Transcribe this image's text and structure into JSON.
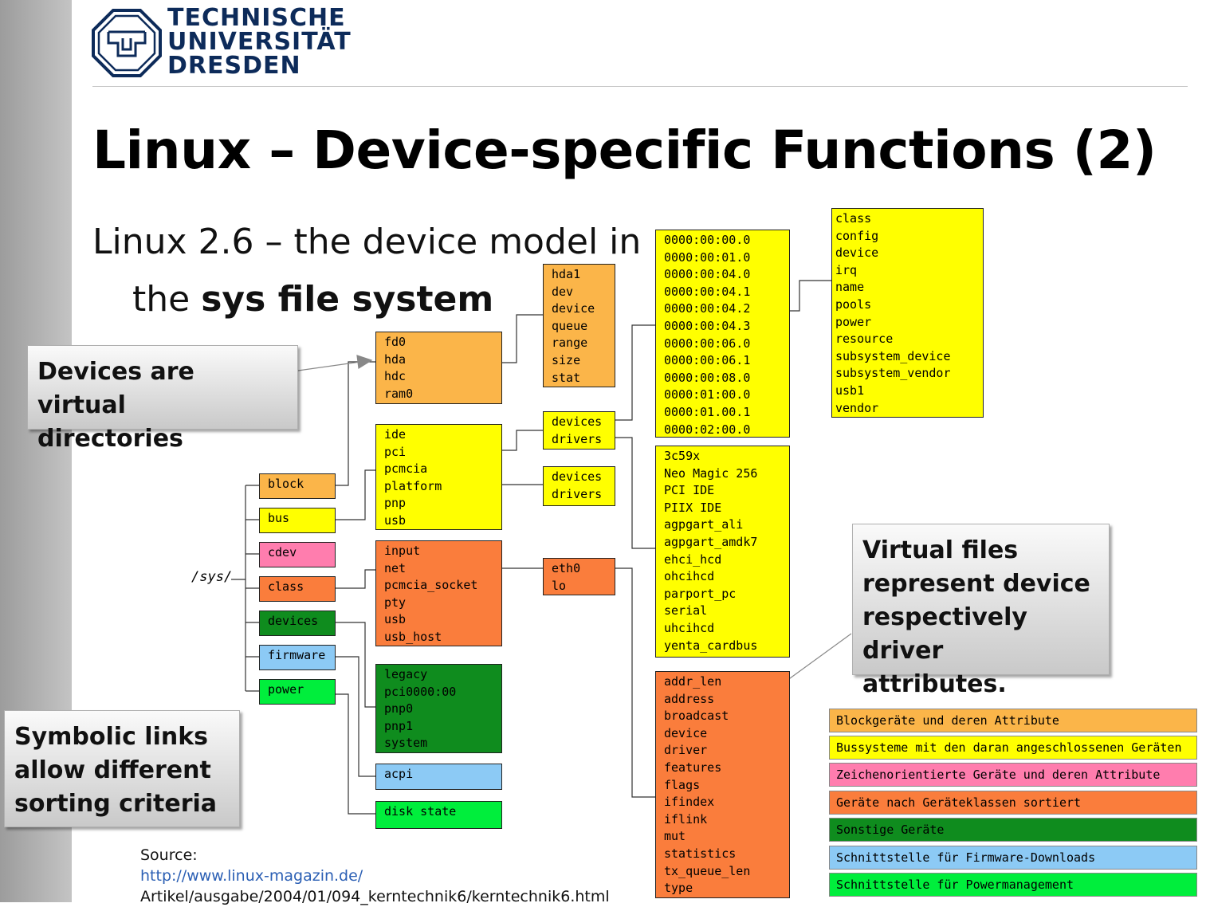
{
  "logo": {
    "lines": [
      "TECHNISCHE",
      "UNIVERSITÄT",
      "DRESDEN"
    ]
  },
  "title": "Linux – Device-specific Functions (2)",
  "subtitle": {
    "line1": "Linux 2.6 – the device model in",
    "line2_plain": "the ",
    "line2_bold": "sys file system"
  },
  "sys_label": "/sys/",
  "boxes": {
    "block": "block",
    "bus": "bus",
    "cdev": "cdev",
    "class": "class",
    "devices": "devices",
    "firmware": "firmware",
    "power": "power",
    "block_children": [
      "fd0",
      "hda",
      "hdc",
      "ram0"
    ],
    "bus_children": [
      "ide",
      "pci",
      "pcmcia",
      "platform",
      "pnp",
      "usb"
    ],
    "class_children": [
      "input",
      "net",
      "pcmcia_socket",
      "pty",
      "usb",
      "usb_host"
    ],
    "devices_children": [
      "legacy",
      "pci0000:00",
      "pnp0",
      "pnp1",
      "system"
    ],
    "firmware_children": [
      "acpi"
    ],
    "power_children": [
      "disk state"
    ],
    "hda_children": [
      "hda1",
      "dev",
      "device",
      "queue",
      "range",
      "size",
      "stat"
    ],
    "pci_children": [
      "devices",
      "drivers"
    ],
    "platform_children": [
      "devices",
      "drivers"
    ],
    "net_children": [
      "eth0",
      "lo"
    ],
    "pci_devices": [
      "0000:00:00.0",
      "0000:00:01.0",
      "0000:00:04.0",
      "0000:00:04.1",
      "0000:00:04.2",
      "0000:00:04.3",
      "0000:00:06.0",
      "0000:00:06.1",
      "0000:00:08.0",
      "0000:01:00.0",
      "0000:01.00.1",
      "0000:02:00.0"
    ],
    "pci_drivers": [
      "3c59x",
      "Neo Magic 256",
      "PCI IDE",
      "PIIX IDE",
      "agpgart_ali",
      "agpgart_amdk7",
      "ehci_hcd",
      "ohcihcd",
      "parport_pc",
      "serial",
      "uhcihcd",
      "yenta_cardbus"
    ],
    "device_attrs": [
      "class",
      "config",
      "device",
      "irq",
      "name",
      "pools",
      "power",
      "resource",
      "subsystem_device",
      "subsystem_vendor",
      "usb1",
      "vendor"
    ],
    "eth0_attrs": [
      "addr_len",
      "address",
      "broadcast",
      "device",
      "driver",
      "features",
      "flags",
      "ifindex",
      "iflink",
      "mut",
      "statistics",
      "tx_queue_len",
      "type"
    ]
  },
  "callouts": {
    "devices_virtual": [
      "Devices are virtual",
      "directories"
    ],
    "virtual_files": [
      "Virtual files",
      "represent device",
      "respectively driver",
      "attributes."
    ],
    "symbolic_links": [
      "Symbolic links",
      "allow different",
      "sorting criteria"
    ]
  },
  "legend": [
    {
      "label": "Blockgeräte und deren Attribute",
      "color": "#fbb549"
    },
    {
      "label": "Bussysteme mit den daran angeschlossenen Geräten",
      "color": "#ffff00"
    },
    {
      "label": "Zeichenorientierte Geräte und deren Attribute",
      "color": "#ff7dae"
    },
    {
      "label": "Geräte nach Geräteklassen sortiert",
      "color": "#fa7d3c"
    },
    {
      "label": "Sonstige Geräte",
      "color": "#0f8c1e"
    },
    {
      "label": "Schnittstelle für Firmware-Downloads",
      "color": "#8ccaf5"
    },
    {
      "label": "Schnittstelle für Powermanagement",
      "color": "#00ee3c"
    }
  ],
  "source": {
    "label": "Source:",
    "link": "http://www.linux-magazin.de/",
    "path": "Artikel/ausgabe/2004/01/094_kerntechnik6/kerntechnik6.html"
  }
}
